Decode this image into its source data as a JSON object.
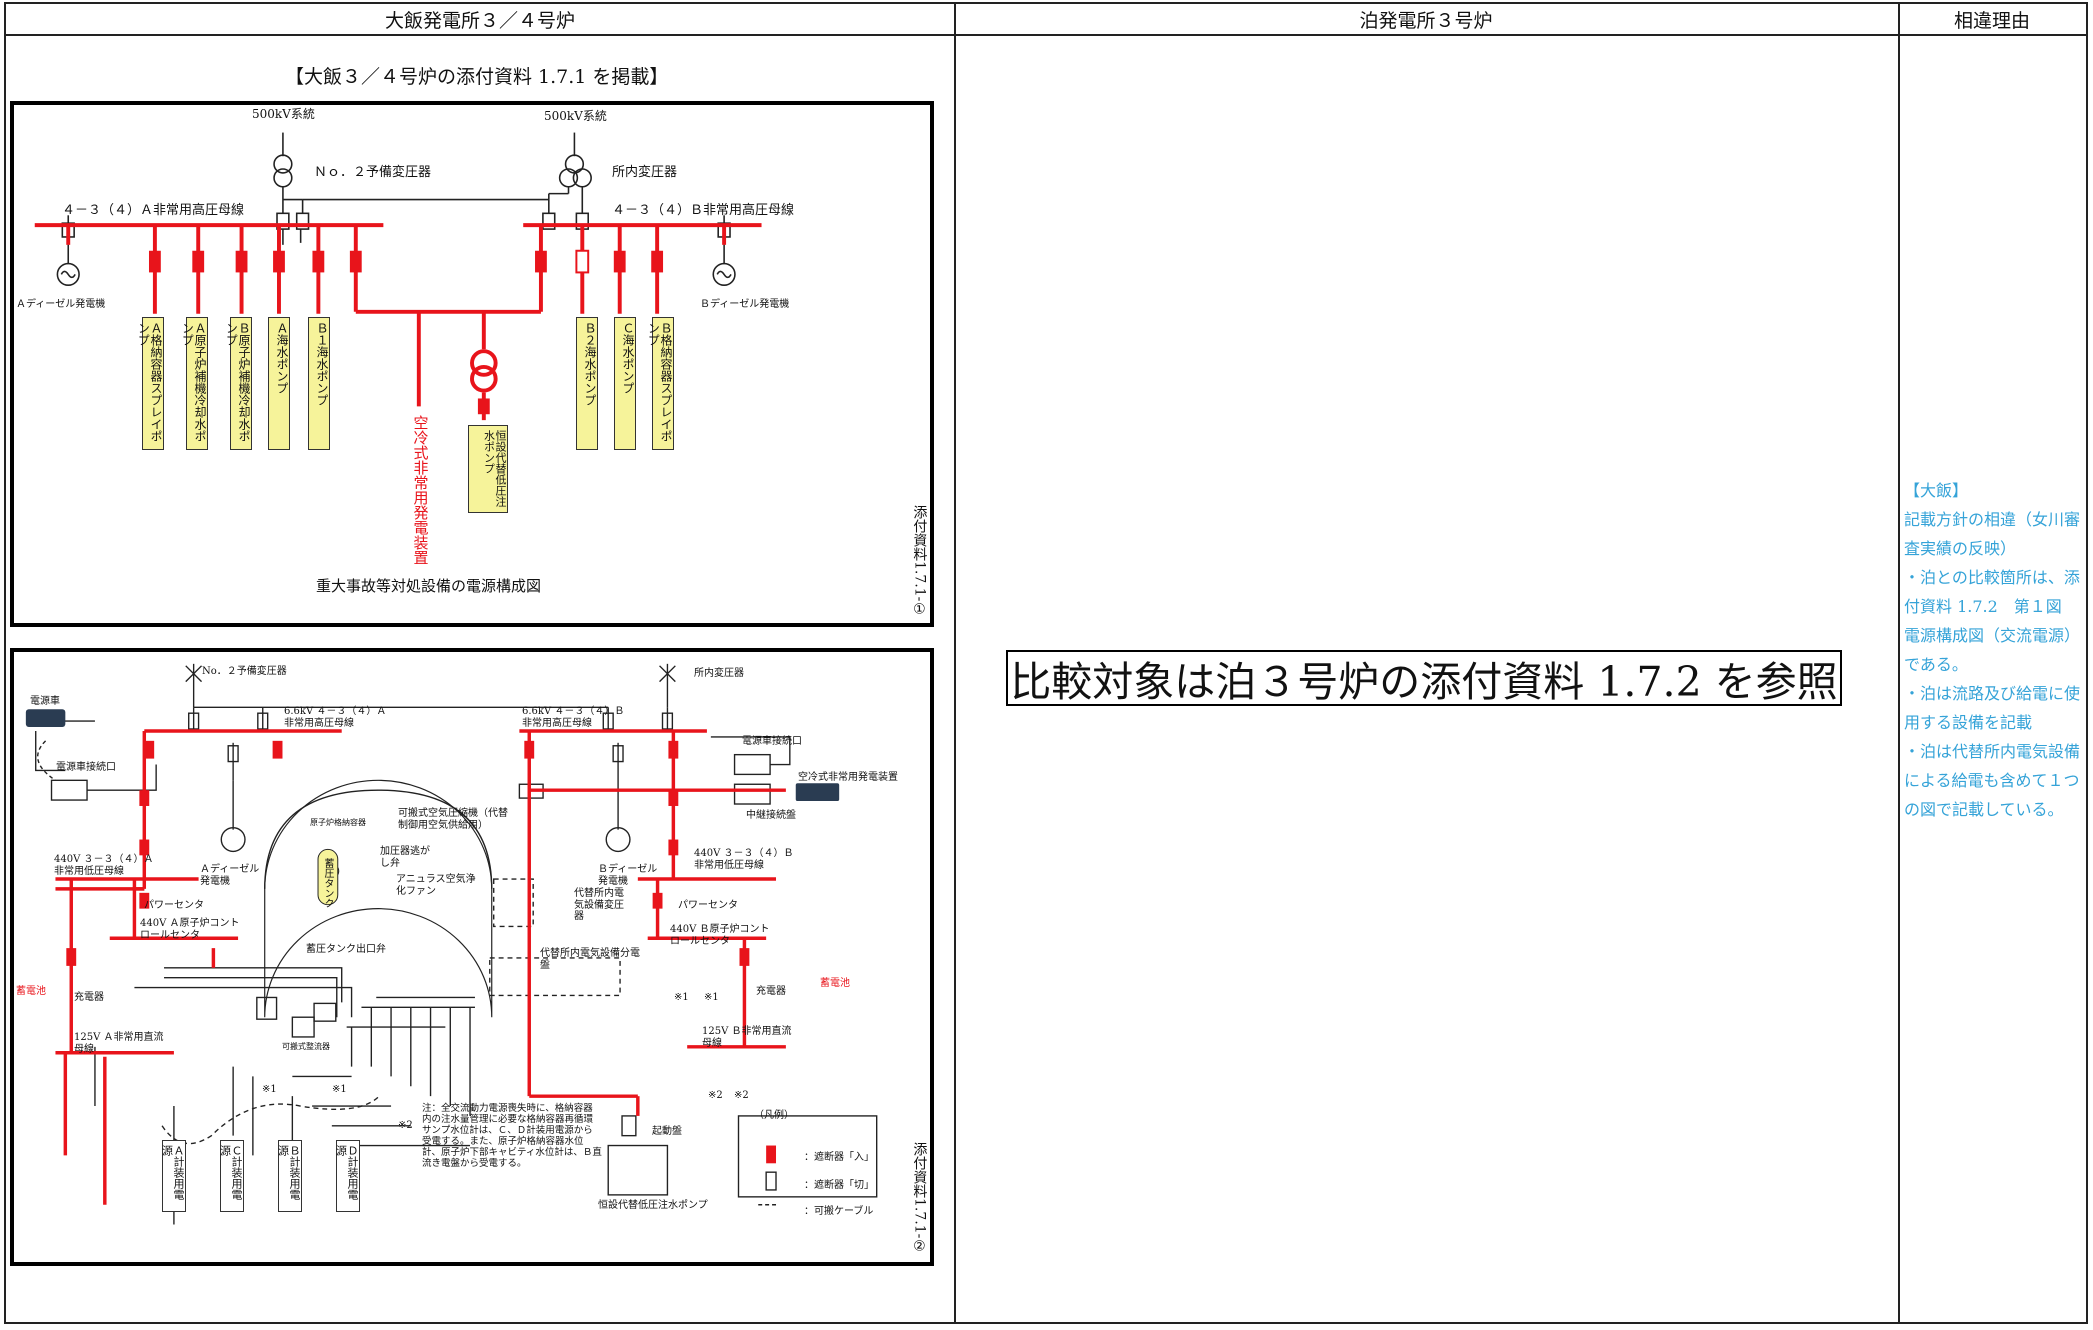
{
  "header": {
    "col1": "大飯発電所３／４号炉",
    "col2": "泊発電所３号炉",
    "col3": "相違理由"
  },
  "left": {
    "intro": "【大飯３／４号炉の添付資料 1.7.1 を掲載】",
    "fig1": {
      "sys_left": "500kV系統",
      "sys_right": "500kV系統",
      "trans_left": "Ｎｏ．２予備変圧器",
      "trans_right": "所内変圧器",
      "bus_left": "４－３（４）Ａ非常用高圧母線",
      "bus_right": "４－３（４）Ｂ非常用高圧母線",
      "dg_left": "Ａディーゼル発電機",
      "dg_right": "Ｂディーゼル発電機",
      "pumps_left": [
        "Ａ格納容器スプレイポンプ",
        "Ａ原子炉補機冷却水ポンプ",
        "Ｂ原子炉補機冷却水ポンプ",
        "Ａ海水ポンプ",
        "Ｂ１海水ポンプ"
      ],
      "pumps_right": [
        "Ｂ２海水ポンプ",
        "Ｃ海水ポンプ",
        "Ｂ格納容器スプレイポンプ"
      ],
      "aircooled_gen": "空冷式非常用発電装置",
      "temp_pump": "恒設代替低圧注水ポンプ",
      "caption": "重大事故等対処設備の電源構成図",
      "side_label": "添付資料1.7.1-①"
    },
    "fig2": {
      "spare_trans": "No．２予備変圧器",
      "house_trans": "所内変圧器",
      "power_car": "電源車",
      "car_conn_left": "電源車接続口",
      "car_conn_right": "電源車接続口",
      "bus66_a": "6.6kV ４－３（４）Ａ非常用高圧母線",
      "bus66_b": "6.6kV ４－３（４）Ｂ非常用高圧母線",
      "aircooled": "空冷式非常用発電装置",
      "relay_panel": "中継接続盤",
      "portable_comp": "可搬式空気圧縮機（代替制御用空気供給用）",
      "vessel": "原子炉格納容器",
      "pressurizer": "加圧器逃がし弁",
      "accumulator": "蓄圧タンク",
      "acc_valve": "蓄圧タンク出口弁",
      "annulus": "アニュラス空気浄化ファン",
      "dg_a": "Ａディーゼル発電機",
      "dg_b": "Ｂディーゼル発電機",
      "alt_trans": "代替所内電気設備変圧器",
      "alt_panel": "代替所内電気設備分電盤",
      "bus440_a": "440V ３－３（４）Ａ非常用低圧母線",
      "bus440_b": "440V ３－３（４）Ｂ非常用低圧母線",
      "pc_a": "パワーセンタ",
      "pc_b": "パワーセンタ",
      "ccc_a": "440V Ａ原子炉コントロールセンタ",
      "ccc_b": "440V Ｂ原子炉コントロールセンタ",
      "battery_a": "蓄電池",
      "battery_b": "蓄電池",
      "charger_a": "充電器",
      "charger_b": "充電器",
      "dc_a": "125V Ａ非常用直流母線",
      "dc_b": "125V Ｂ非常用直流母線",
      "portable_battery": "可搬式整流器",
      "meters": [
        "Ａ計装用電源",
        "Ｃ計装用電源",
        "Ｂ計装用電源",
        "Ｄ計装用電源"
      ],
      "starter": "起動盤",
      "temp_pump": "恒設代替低圧注水ポンプ",
      "note": "注：全交流動力電源喪失時に、格納容器内の注水量管理に必要な格納容器再循環サンプ水位計は、Ｃ、Ｄ計装用電源から受電する。また、原子炉格納容器水位計、原子炉下部キャビティ水位計は、Ｂ直流き電盤から受電する。",
      "legend_title": "（凡例）",
      "legend_on": "：遮断器「入」",
      "legend_off": "：遮断器「切」",
      "legend_cable": "：可搬ケーブル",
      "marks": [
        "※1",
        "※1",
        "※2",
        "※2",
        "※1",
        "※1",
        "※2"
      ],
      "side_label": "添付資料1.7.1-②"
    }
  },
  "middle": {
    "ref_text": "比較対象は泊３号炉の添付資料 1.7.2 を参照"
  },
  "right": {
    "lines": [
      "【大飯】",
      "記載方針の相違（女川審査実績の反映）",
      "・泊との比較箇所は、添付資料 1.7.2　第１図　電源構成図（交流電源）である。",
      "・泊は流路及び給電に使用する設備を記載",
      "・泊は代替所内電気設備による給電も含めて１つの図で記載している。"
    ]
  },
  "colors": {
    "bus_red": "#e8141b",
    "pump_yellow": "#f6f39a",
    "note_blue": "#35a3d8"
  }
}
